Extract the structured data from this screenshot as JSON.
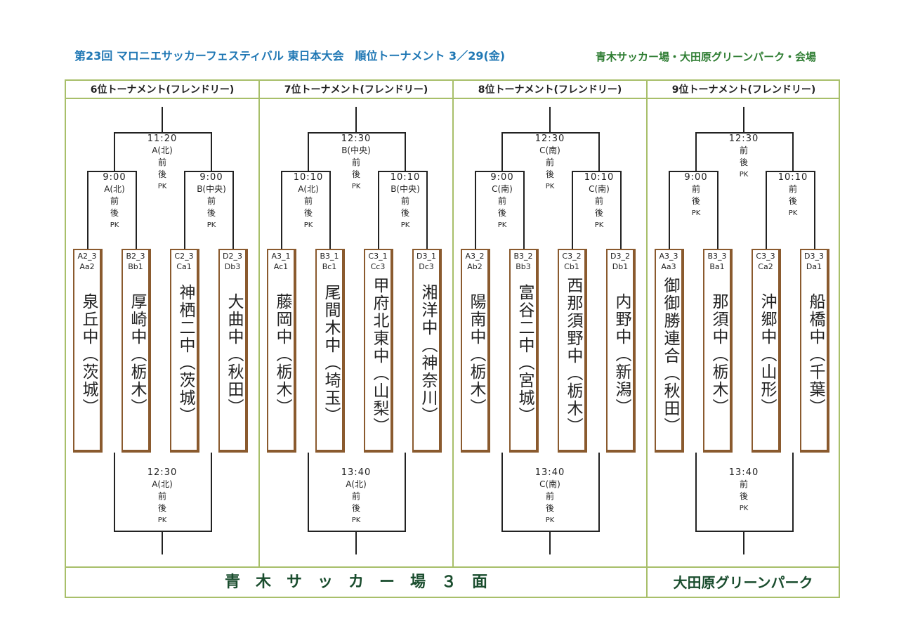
{
  "header": {
    "title": "第23回 マロニエサッカーフェスティバル 東日本大会　順位トーナメント 3／29(金)",
    "venues": "青木サッカー場・大田原グリーンパーク・会場"
  },
  "sections": [
    {
      "title": "6位トーナメント(フレンドリー)",
      "top_match": {
        "time": "11:20",
        "court": "A(北)"
      },
      "left_match": {
        "time": "9:00",
        "court": "A(北)"
      },
      "right_match": {
        "time": "9:00",
        "court": "B(中央)"
      },
      "final_match": {
        "time": "12:30",
        "court": "A(北)"
      },
      "teams": [
        {
          "code1": "A2_3",
          "code2": "Aa2",
          "name": "泉丘中（茨城）"
        },
        {
          "code1": "B2_3",
          "code2": "Bb1",
          "name": "厚崎中（栃木）"
        },
        {
          "code1": "C2_3",
          "code2": "Ca1",
          "name": "神栖二中（茨城）"
        },
        {
          "code1": "D2_3",
          "code2": "Db3",
          "name": "大曲中（秋田）"
        }
      ]
    },
    {
      "title": "7位トーナメント(フレンドリー)",
      "top_match": {
        "time": "12:30",
        "court": "B(中央)"
      },
      "left_match": {
        "time": "10:10",
        "court": "A(北)"
      },
      "right_match": {
        "time": "10:10",
        "court": "B(中央)"
      },
      "final_match": {
        "time": "13:40",
        "court": "A(北)"
      },
      "teams": [
        {
          "code1": "A3_1",
          "code2": "Ac1",
          "name": "藤岡中（栃木）"
        },
        {
          "code1": "B3_1",
          "code2": "Bc1",
          "name": "尾間木中（埼玉）"
        },
        {
          "code1": "C3_1",
          "code2": "Cc3",
          "name": "甲府北東中（山梨）"
        },
        {
          "code1": "D3_1",
          "code2": "Dc3",
          "name": "湘洋中（神奈川）"
        }
      ]
    },
    {
      "title": "8位トーナメント(フレンドリー)",
      "top_match": {
        "time": "12:30",
        "court": "C(南)"
      },
      "left_match": {
        "time": "9:00",
        "court": "C(南)"
      },
      "right_match": {
        "time": "10:10",
        "court": "C(南)"
      },
      "final_match": {
        "time": "13:40",
        "court": "C(南)"
      },
      "teams": [
        {
          "code1": "A3_2",
          "code2": "Ab2",
          "name": "陽南中（栃木）"
        },
        {
          "code1": "B3_2",
          "code2": "Bb3",
          "name": "富谷二中（宮城）"
        },
        {
          "code1": "C3_2",
          "code2": "Cb1",
          "name": "西那須野中（栃木）"
        },
        {
          "code1": "D3_2",
          "code2": "Db1",
          "name": "内野中（新潟）"
        }
      ]
    },
    {
      "title": "9位トーナメント(フレンドリー)",
      "top_match": {
        "time": "12:30",
        "court": ""
      },
      "left_match": {
        "time": "9:00",
        "court": ""
      },
      "right_match": {
        "time": "10:10",
        "court": ""
      },
      "final_match": {
        "time": "13:40",
        "court": ""
      },
      "teams": [
        {
          "code1": "A3_3",
          "code2": "Aa3",
          "name": "御御勝連合（秋田）"
        },
        {
          "code1": "B3_3",
          "code2": "Ba1",
          "name": "那須中（栃木）"
        },
        {
          "code1": "C3_3",
          "code2": "Ca2",
          "name": "沖郷中（山形）"
        },
        {
          "code1": "D3_3",
          "code2": "Da1",
          "name": "船橋中（千葉）"
        }
      ]
    }
  ],
  "labels": {
    "first_half": "前",
    "second_half": "後",
    "pk": "PK"
  },
  "footer": {
    "venue_left": "青　木　サ　ッ　カ　ー　場　３　面",
    "venue_right": "大田原グリーンパーク"
  },
  "colors": {
    "frame": "#a8bf6a",
    "team_border": "#8a5a2e",
    "title_blue": "#1f77b4",
    "title_green": "#2e7d32"
  }
}
